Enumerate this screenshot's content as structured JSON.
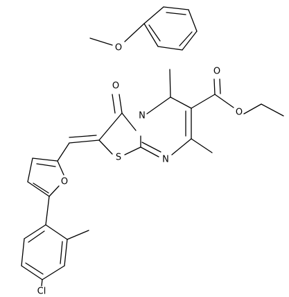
{
  "figure": {
    "kind": "chemical-structure",
    "background": "#ffffff",
    "ink": "#000000"
  },
  "atoms": {
    "o_methoxy": "O",
    "o_carbonyl": "O",
    "o_ester_carbonyl": "O",
    "o_ester": "O",
    "n_ring": "N",
    "s_ring": "S",
    "n_imine": "N",
    "o_furan": "O",
    "cl": "Cl"
  }
}
